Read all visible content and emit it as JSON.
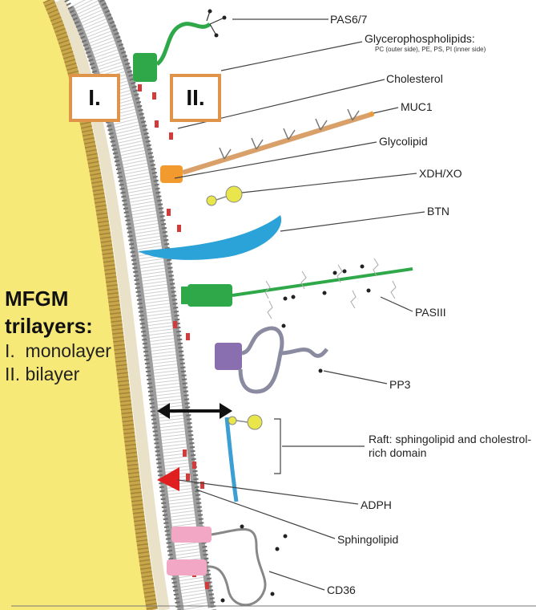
{
  "layers": {
    "one": "I.",
    "two": "II."
  },
  "legend": {
    "title_line1": "MFGM",
    "title_line2": "trilayers:",
    "item1": "I.  monolayer",
    "item2": "II. bilayer"
  },
  "labels": {
    "pas67": "PAS6/7",
    "glycerophospholipids": "Glycerophospholipids:",
    "glycero_detail": "PC (outer side), PE, PS, PI (inner side)",
    "cholesterol": "Cholesterol",
    "muc1": "MUC1",
    "glycolipid": "Glycolipid",
    "xdh": "XDH/XO",
    "btn": "BTN",
    "pasiii": "PASIII",
    "pp3": "PP3",
    "raft": "Raft: sphingolipid and cholestrol-rich domain",
    "adph": "ADPH",
    "sphingolipid": "Sphingolipid",
    "cd36": "CD36"
  },
  "colors": {
    "fat_core": "#f7e978",
    "monolayer": "#c8a64a",
    "bilayer_head": "#8a8a8a",
    "cholesterol": "#d33b3b",
    "pas67": "#2fa84a",
    "muc1": "#f39a2e",
    "btn": "#2ba3d8",
    "pasiii": "#2fa84a",
    "pp3": "#8a6fb0",
    "adph": "#e02020",
    "cd36": "#f2a7c5",
    "xdh": "#e8e64a",
    "box_border": "#e0944a"
  }
}
